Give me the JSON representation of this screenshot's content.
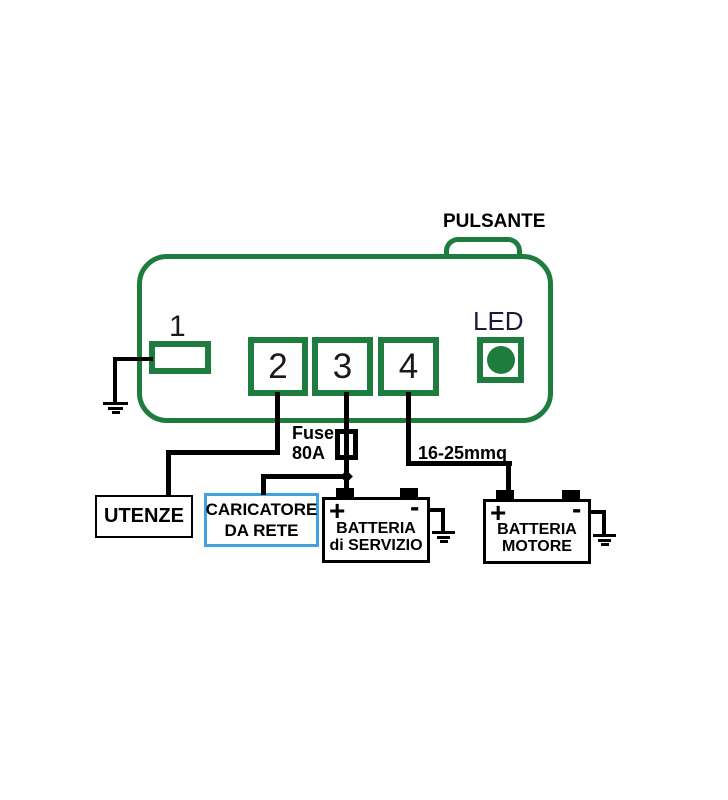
{
  "colors": {
    "device_green": "#1f7c3f",
    "charger_blue": "#41a3dc",
    "wire_black": "#000000",
    "text_black": "#1a1a1a"
  },
  "device": {
    "pulsante_label": "PULSANTE",
    "led_label": "LED",
    "terminal1_label": "1",
    "terminals": [
      {
        "label": "2"
      },
      {
        "label": "3"
      },
      {
        "label": "4"
      }
    ]
  },
  "annotations": {
    "fuse": {
      "line1": "Fuse",
      "line2": "80A"
    },
    "wire_gauge": "16-25mmq"
  },
  "boxes": {
    "utenze": {
      "label": "UTENZE"
    },
    "caricatore": {
      "line1": "CARICATORE",
      "line2": "DA RETE"
    },
    "batteries": [
      {
        "plus": "+",
        "minus": "-",
        "line1": "BATTERIA",
        "line2": "di SERVIZIO"
      },
      {
        "plus": "+",
        "minus": "-",
        "line1": "BATTERIA",
        "line2": "MOTORE"
      }
    ]
  }
}
